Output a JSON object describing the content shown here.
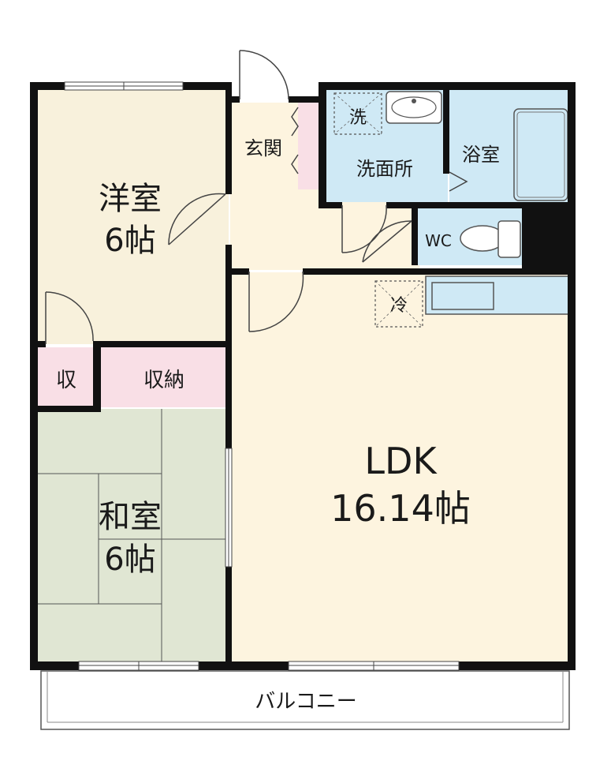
{
  "rooms": {
    "western": {
      "name": "洋室",
      "size": "6帖"
    },
    "japanese": {
      "name": "和室",
      "size": "6帖"
    },
    "ldk": {
      "name": "LDK",
      "size": "16.14帖"
    },
    "entrance": {
      "name": "玄関"
    },
    "washroom": {
      "name": "洗面所"
    },
    "washer": {
      "name": "洗"
    },
    "bath": {
      "name": "浴室"
    },
    "toilet": {
      "name": "WC"
    },
    "fridge": {
      "name": "冷"
    },
    "closet_small": {
      "name": "収"
    },
    "closet": {
      "name": "収納"
    },
    "balcony": {
      "name": "バルコニー"
    }
  },
  "colors": {
    "western_floor": "#f8f1dc",
    "japanese_tatami": "#e0e6d3",
    "ldk_floor": "#fdf4df",
    "water_area": "#cfe9f5",
    "storage": "#f9dfe6",
    "wall": "#111111"
  }
}
